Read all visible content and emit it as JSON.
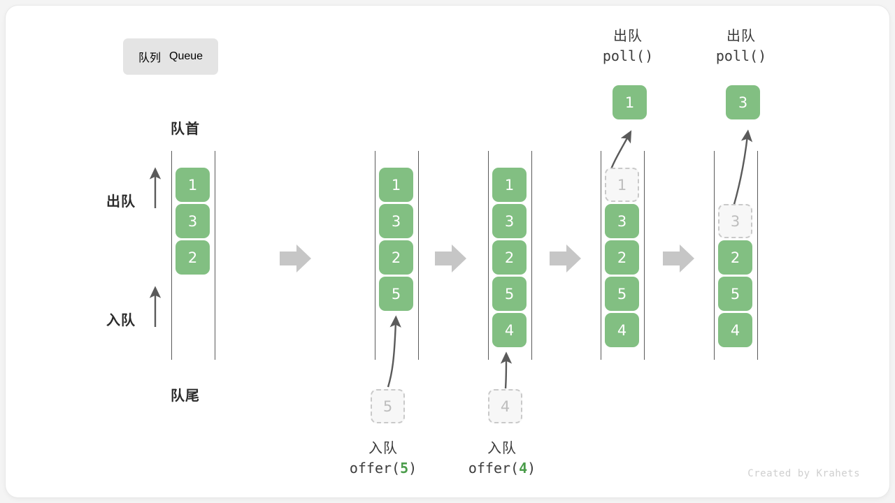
{
  "title": {
    "cn": "队列",
    "en": "Queue"
  },
  "labels": {
    "head": "队首",
    "tail": "队尾",
    "dequeue": "出队",
    "enqueue": "入队"
  },
  "colors": {
    "element_green": "#82bf82",
    "ghost_gray": "#c9c9c9",
    "rail_gray": "#5a5a5a",
    "arrow_gray": "#c6c6c6",
    "text_dark": "#2b2b2b",
    "badge_bg": "#e4e4e4",
    "accent_num": "#4a9c4a"
  },
  "operations": {
    "offer5": {
      "cn": "入队",
      "code_pre": "offer(",
      "code_num": "5",
      "code_post": ")"
    },
    "offer4": {
      "cn": "入队",
      "code_pre": "offer(",
      "code_num": "4",
      "code_post": ")"
    },
    "poll1": {
      "cn": "出队",
      "code_pre": "poll(",
      "code_num": "",
      "code_post": ")"
    },
    "poll2": {
      "cn": "出队",
      "code_pre": "poll(",
      "code_num": "",
      "code_post": ")"
    }
  },
  "stages": [
    {
      "name": "initial",
      "cells": [
        {
          "value": "1",
          "state": "filled"
        },
        {
          "value": "3",
          "state": "filled"
        },
        {
          "value": "2",
          "state": "filled"
        }
      ],
      "incoming": null,
      "outgoing": null
    },
    {
      "name": "after-offer-5",
      "cells": [
        {
          "value": "1",
          "state": "filled"
        },
        {
          "value": "3",
          "state": "filled"
        },
        {
          "value": "2",
          "state": "filled"
        },
        {
          "value": "5",
          "state": "filled"
        }
      ],
      "incoming": {
        "value": "5",
        "state": "ghost"
      },
      "outgoing": null
    },
    {
      "name": "after-offer-4",
      "cells": [
        {
          "value": "1",
          "state": "filled"
        },
        {
          "value": "3",
          "state": "filled"
        },
        {
          "value": "2",
          "state": "filled"
        },
        {
          "value": "5",
          "state": "filled"
        },
        {
          "value": "4",
          "state": "filled"
        }
      ],
      "incoming": {
        "value": "4",
        "state": "ghost"
      },
      "outgoing": null
    },
    {
      "name": "after-poll-1",
      "cells": [
        {
          "value": "1",
          "state": "ghost"
        },
        {
          "value": "3",
          "state": "filled"
        },
        {
          "value": "2",
          "state": "filled"
        },
        {
          "value": "5",
          "state": "filled"
        },
        {
          "value": "4",
          "state": "filled"
        }
      ],
      "incoming": null,
      "outgoing": {
        "value": "1",
        "state": "filled"
      }
    },
    {
      "name": "after-poll-3",
      "cells": [
        {
          "value": "",
          "state": "empty"
        },
        {
          "value": "3",
          "state": "ghost"
        },
        {
          "value": "2",
          "state": "filled"
        },
        {
          "value": "5",
          "state": "filled"
        },
        {
          "value": "4",
          "state": "filled"
        }
      ],
      "incoming": null,
      "outgoing": {
        "value": "3",
        "state": "filled"
      }
    }
  ],
  "watermark": "Created by Krahets"
}
